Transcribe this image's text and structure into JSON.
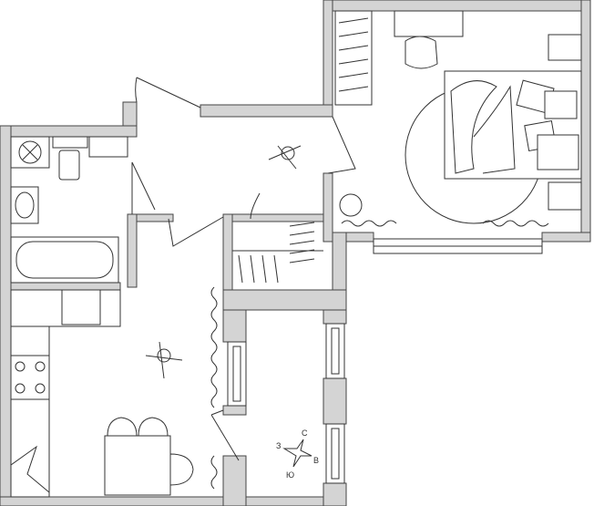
{
  "plan": {
    "compass": {
      "north": "С",
      "west": "З",
      "east": "В",
      "south": "Ю"
    },
    "colors": {
      "wall": "#d4d4d4",
      "line": "#333333",
      "background": "#ffffff"
    }
  }
}
